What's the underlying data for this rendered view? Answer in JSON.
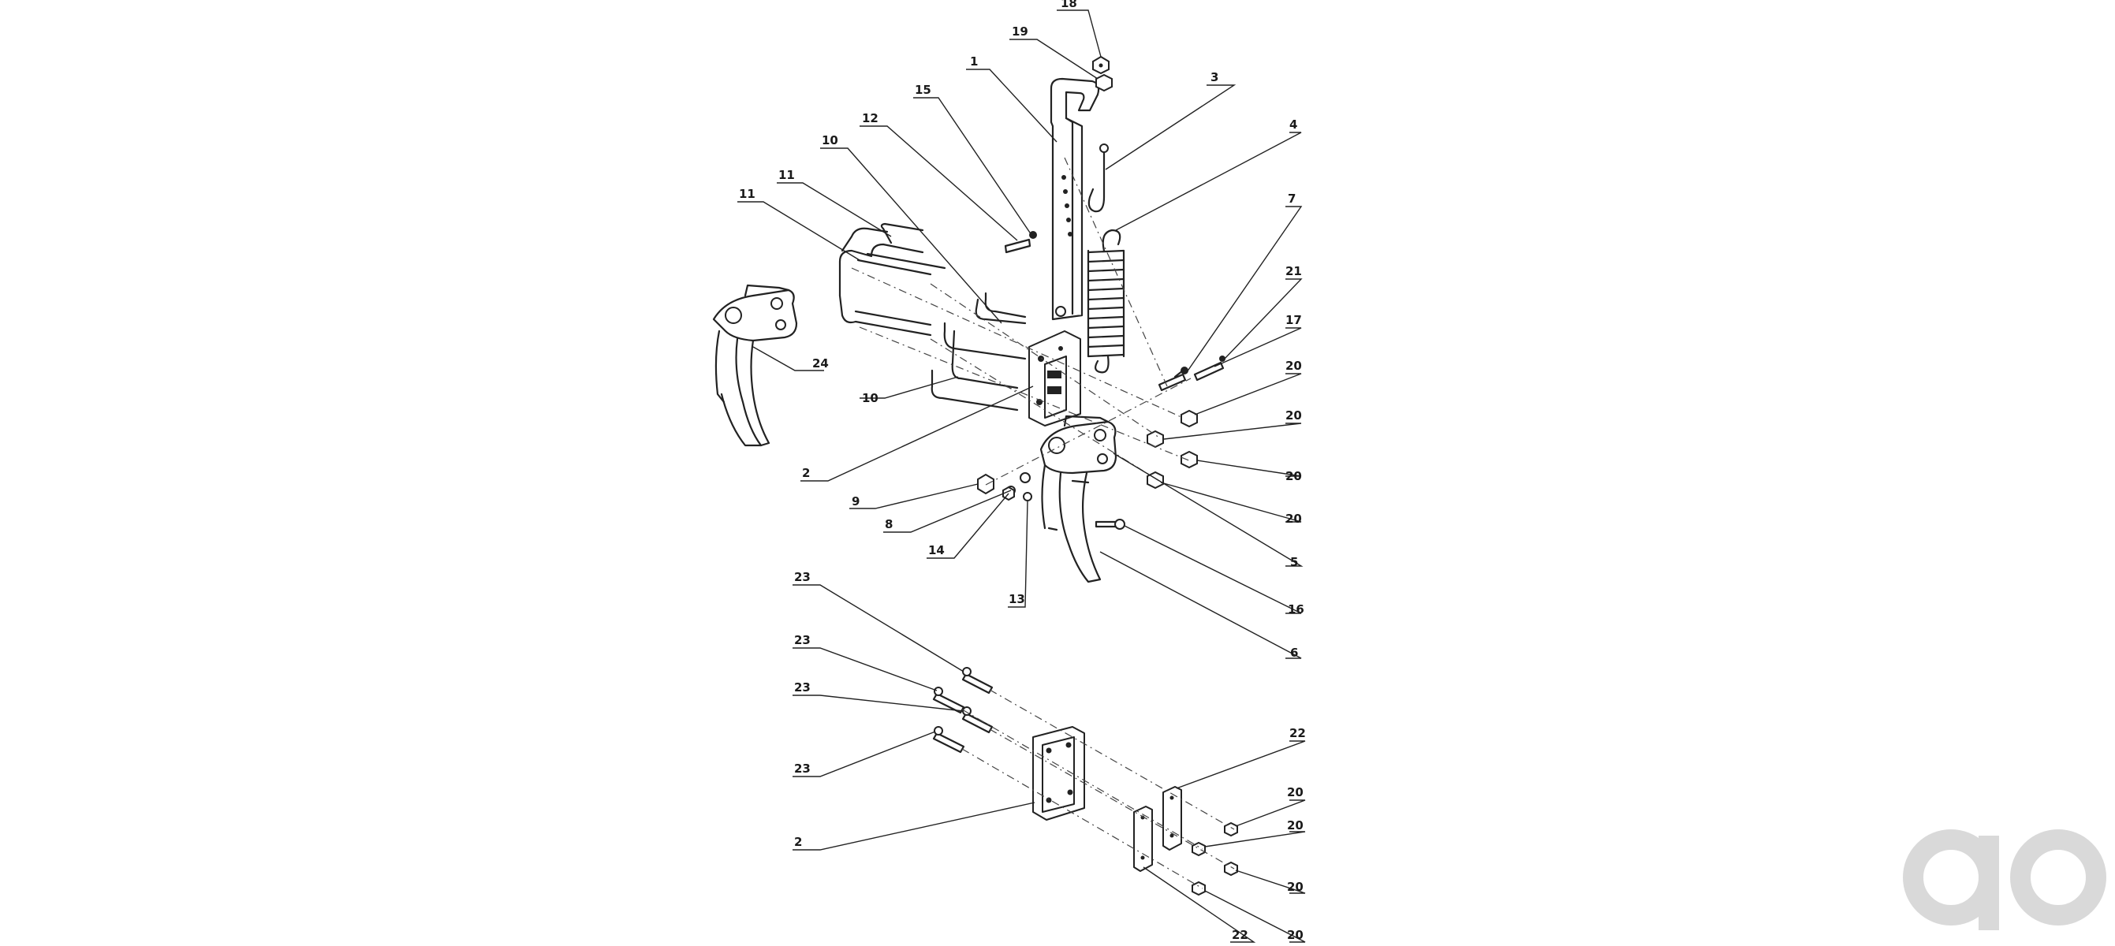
{
  "diagram": {
    "labels": [
      "18",
      "19",
      "1",
      "3",
      "15",
      "12",
      "10",
      "4",
      "11",
      "11",
      "7",
      "21",
      "17",
      "24",
      "20",
      "20",
      "10",
      "2",
      "20",
      "9",
      "8",
      "20",
      "14",
      "5",
      "13",
      "16",
      "6",
      "23",
      "23",
      "23",
      "23",
      "22",
      "2",
      "20",
      "20",
      "20",
      "22",
      "20"
    ]
  },
  "watermark": {
    "text": "ao",
    "color": "#d9d9d9"
  }
}
